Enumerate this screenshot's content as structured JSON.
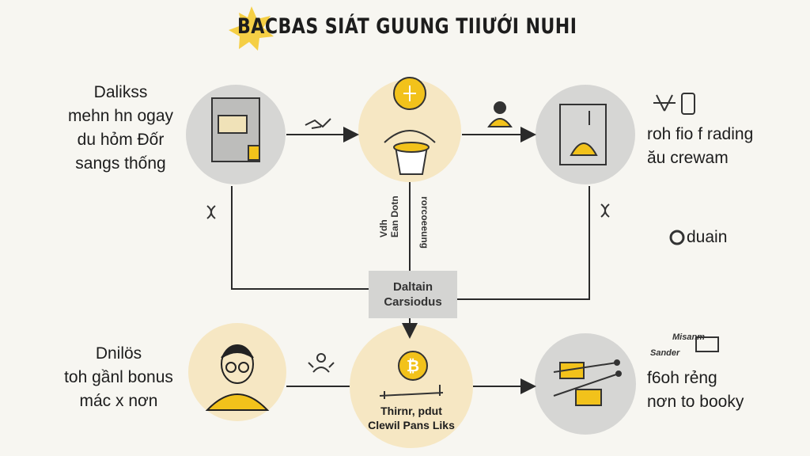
{
  "title": "BACBAS SIÁT GUUNG TIIƯỚI NUHI",
  "top_left_text": [
    "Dalikss",
    "mehn hn ogay",
    "du hỏm Ðốr",
    "sangs thống"
  ],
  "top_right_text": [
    "roh fio f rading",
    "ău crewam"
  ],
  "side_brand": "duain",
  "center_vertical_left": [
    "Vdh",
    "Ean Dotn"
  ],
  "center_vertical_right": "rorcoeeung",
  "center_box": [
    "Daltain",
    "Carsiodus"
  ],
  "bottom_left_text": [
    "Dnilös",
    "toh gầnl bonus",
    "mác x nơn"
  ],
  "bottom_center_text": [
    "Thirnr, pdut",
    "Clewil Pans Liks"
  ],
  "bottom_right_labels": [
    "Misanm",
    "Sander"
  ],
  "bottom_right_text": [
    "f6oh rẻng",
    "nơn to booky"
  ],
  "colors": {
    "accent": "#f2c21b",
    "circle_gray": "#d6d6d4",
    "circle_cream": "#f6e7c3",
    "line": "#2a2a2a"
  }
}
